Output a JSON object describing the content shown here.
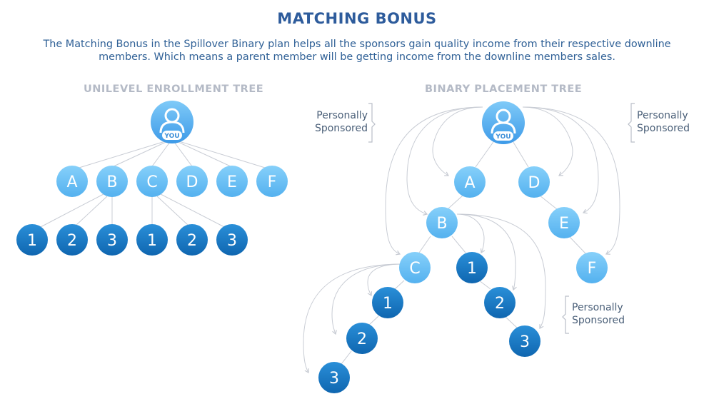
{
  "header": {
    "title": "MATCHING BONUS",
    "description_line1": "The Matching Bonus in the Spillover Binary plan helps all the sponsors gain quality income from their respective downline",
    "description_line2": "members. Which means a parent member will be getting income from the downline members sales."
  },
  "unilevel": {
    "title": "UNILEVEL ENROLLMENT TREE",
    "you_label": "YOU",
    "level1": [
      "A",
      "B",
      "C",
      "D",
      "E",
      "F"
    ],
    "level2": [
      "1",
      "2",
      "3",
      "1",
      "2",
      "3"
    ]
  },
  "binary": {
    "title": "BINARY PLACEMENT TREE",
    "you_label": "YOU",
    "annotation_line1": "Personally",
    "annotation_line2": "Sponsored",
    "nodes": {
      "A": "A",
      "D": "D",
      "B": "B",
      "E": "E",
      "C": "C",
      "F": "F",
      "C1": "1",
      "C2": "2",
      "C3": "3",
      "B1": "1",
      "B2": "2",
      "B3": "3"
    }
  },
  "colors": {
    "title": "#2e5c9c",
    "light_node": "#6cc1f7",
    "dark_node": "#1a7bc6",
    "connector": "#c8ccd4"
  }
}
